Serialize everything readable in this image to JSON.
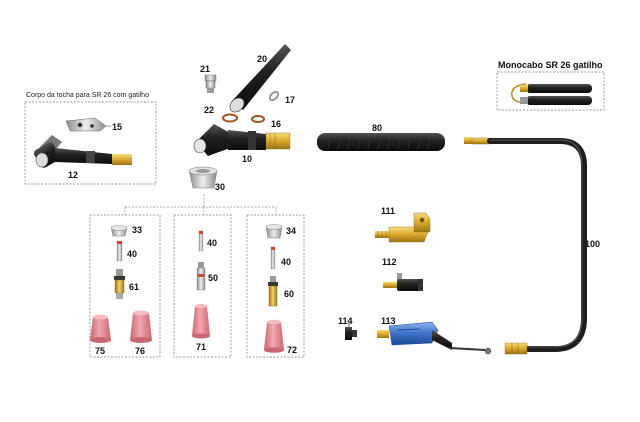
{
  "captions": {
    "torch_body": "Corpo da tocha para SR 26 com gatilho",
    "monocable": "Monocabo SR 26 gatilho"
  },
  "labels": {
    "p12": "12",
    "p15": "15",
    "p20": "20",
    "p21": "21",
    "p22": "22",
    "p17": "17",
    "p16": "16",
    "p10": "10",
    "p30": "30",
    "p80": "80",
    "p100": "100",
    "p111": "111",
    "p112": "112",
    "p113": "113",
    "p114": "114",
    "p33": "33",
    "p40a": "40",
    "p61": "61",
    "p75": "75",
    "p76": "76",
    "p40b": "40",
    "p50": "50",
    "p71": "71",
    "p34": "34",
    "p40c": "40",
    "p60": "60",
    "p72": "72"
  },
  "colors": {
    "brass": "#e0b83a",
    "ceramic": "#e78f98",
    "blue_handle": "#3d73c8",
    "rubber": "#1c1c1c"
  }
}
